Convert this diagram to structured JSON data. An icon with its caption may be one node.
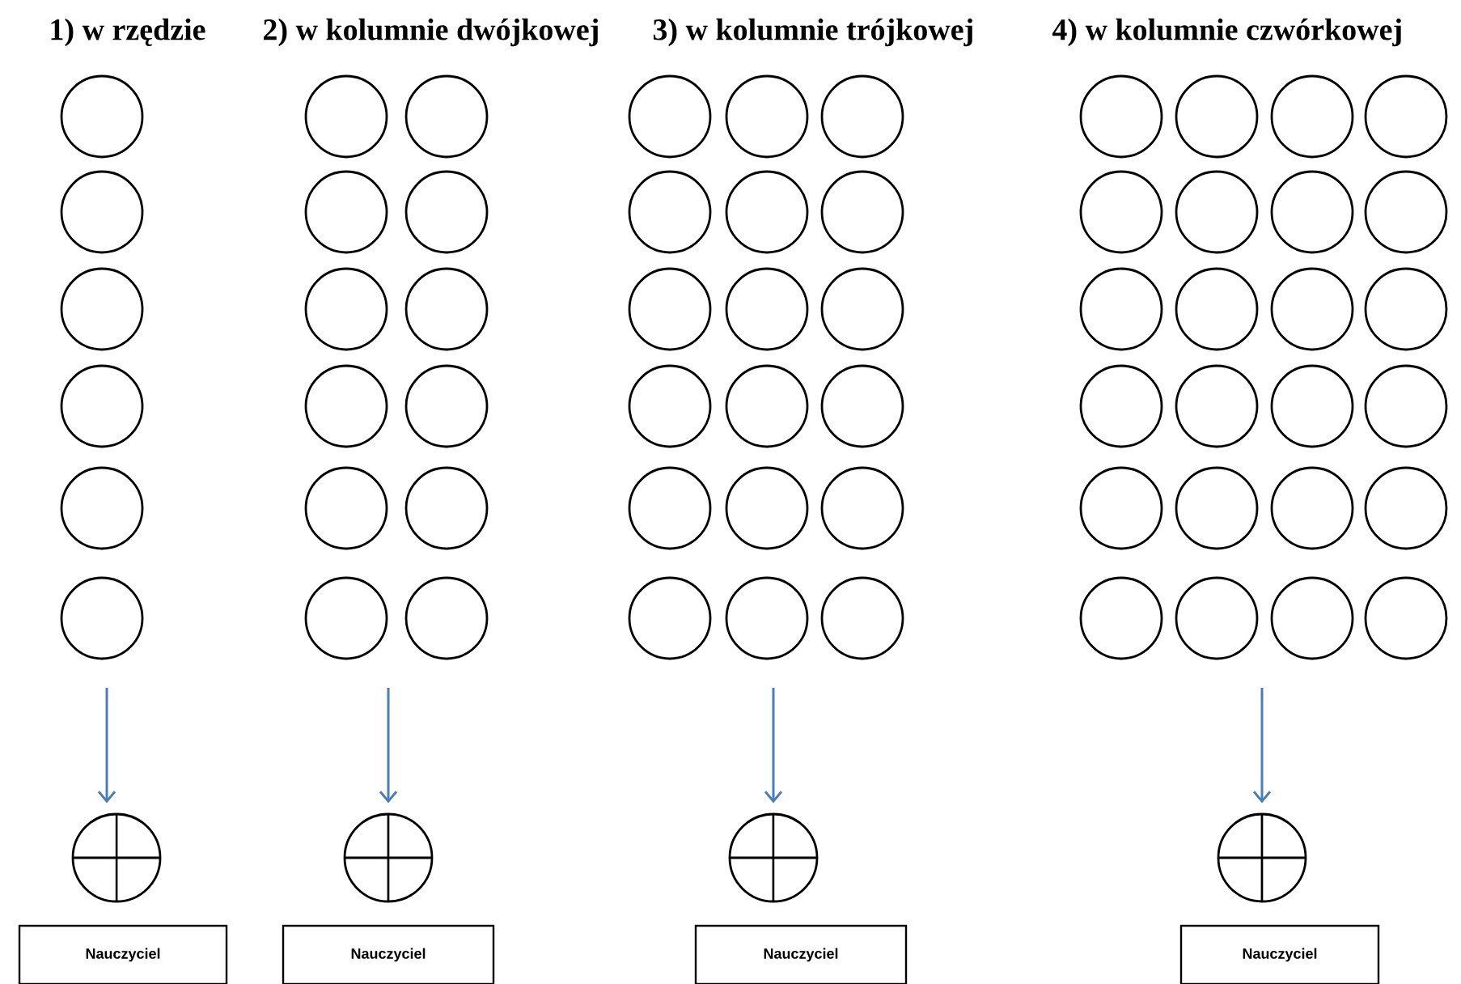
{
  "diagram": {
    "nodes": [
      {
        "text": [],
        "shape": "circle"
      },
      {
        "text": [],
        "shape": "circle"
      },
      {
        "text": [],
        "shape": "circle"
      },
      {
        "text": [],
        "shape": "circle"
      },
      {
        "text": [],
        "shape": "circle"
      },
      {
        "text": [],
        "shape": "circle"
      },
      {
        "text": [],
        "shape": "crossed-circle"
      },
      {
        "text": [
          "Nauczyciel"
        ]
      },
      {
        "text": [],
        "shape": "circle"
      },
      {
        "text": [],
        "shape": "circle"
      },
      {
        "text": [],
        "shape": "circle"
      },
      {
        "text": [],
        "shape": "circle"
      },
      {
        "text": [],
        "shape": "circle"
      },
      {
        "text": [],
        "shape": "circle"
      },
      {
        "text": [],
        "shape": "circle"
      },
      {
        "text": [],
        "shape": "circle"
      },
      {
        "text": [],
        "shape": "circle"
      },
      {
        "text": [],
        "shape": "circle"
      },
      {
        "text": [],
        "shape": "circle"
      },
      {
        "text": [],
        "shape": "circle"
      },
      {
        "text": [],
        "shape": "crossed-circle"
      },
      {
        "text": [
          "Nauczyciel"
        ]
      },
      {
        "text": [],
        "shape": "circle"
      },
      {
        "text": [],
        "shape": "circle"
      },
      {
        "text": [],
        "shape": "circle"
      },
      {
        "text": [],
        "shape": "circle"
      },
      {
        "text": [],
        "shape": "circle"
      },
      {
        "text": [],
        "shape": "circle"
      },
      {
        "text": [],
        "shape": "circle"
      },
      {
        "text": [],
        "shape": "circle"
      },
      {
        "text": [],
        "shape": "circle"
      },
      {
        "text": [],
        "shape": "circle"
      },
      {
        "text": [],
        "shape": "circle"
      },
      {
        "text": [],
        "shape": "circle"
      },
      {
        "text": [],
        "shape": "circle"
      },
      {
        "text": [],
        "shape": "circle"
      },
      {
        "text": [],
        "shape": "circle"
      },
      {
        "text": [],
        "shape": "circle"
      },
      {
        "text": [],
        "shape": "circle"
      },
      {
        "text": [],
        "shape": "circle"
      },
      {
        "text": [],
        "shape": "crossed-circle"
      },
      {
        "text": [
          "Nauczyciel"
        ]
      },
      {
        "text": [],
        "shape": "circle"
      },
      {
        "text": [],
        "shape": "circle"
      },
      {
        "text": [],
        "shape": "circle"
      },
      {
        "text": [],
        "shape": "circle"
      },
      {
        "text": [],
        "shape": "circle"
      },
      {
        "text": [],
        "shape": "circle"
      },
      {
        "text": [],
        "shape": "circle"
      },
      {
        "text": [],
        "shape": "circle"
      },
      {
        "text": [],
        "shape": "circle"
      },
      {
        "text": [],
        "shape": "circle"
      },
      {
        "text": [],
        "shape": "circle"
      },
      {
        "text": [],
        "shape": "circle"
      },
      {
        "text": [],
        "shape": "circle"
      },
      {
        "text": [],
        "shape": "circle"
      },
      {
        "text": [],
        "shape": "circle"
      },
      {
        "text": [],
        "shape": "circle"
      },
      {
        "text": [],
        "shape": "circle"
      },
      {
        "text": [],
        "shape": "circle"
      },
      {
        "text": [],
        "shape": "circle"
      },
      {
        "text": [],
        "shape": "circle"
      },
      {
        "text": [],
        "shape": "circle"
      },
      {
        "text": [],
        "shape": "circle"
      },
      {
        "text": [],
        "shape": "circle"
      },
      {
        "text": [],
        "shape": "circle"
      },
      {
        "text": [],
        "shape": "crossed-circle"
      },
      {
        "text": [
          "Nauczyciel"
        ]
      }
    ],
    "edges": [
      {
        "from": null,
        "to": 6,
        "arrow": "to"
      },
      {
        "from": null,
        "to": 20,
        "arrow": "to"
      },
      {
        "from": null,
        "to": 40,
        "arrow": "to"
      },
      {
        "from": null,
        "to": 66,
        "arrow": "to"
      }
    ],
    "labels": [
      "1) w rzędzie",
      "2) w kolumnie dwójkowej",
      "3) w kolumnie trójkowej",
      "4) w kolumnie czwórkowej"
    ]
  }
}
